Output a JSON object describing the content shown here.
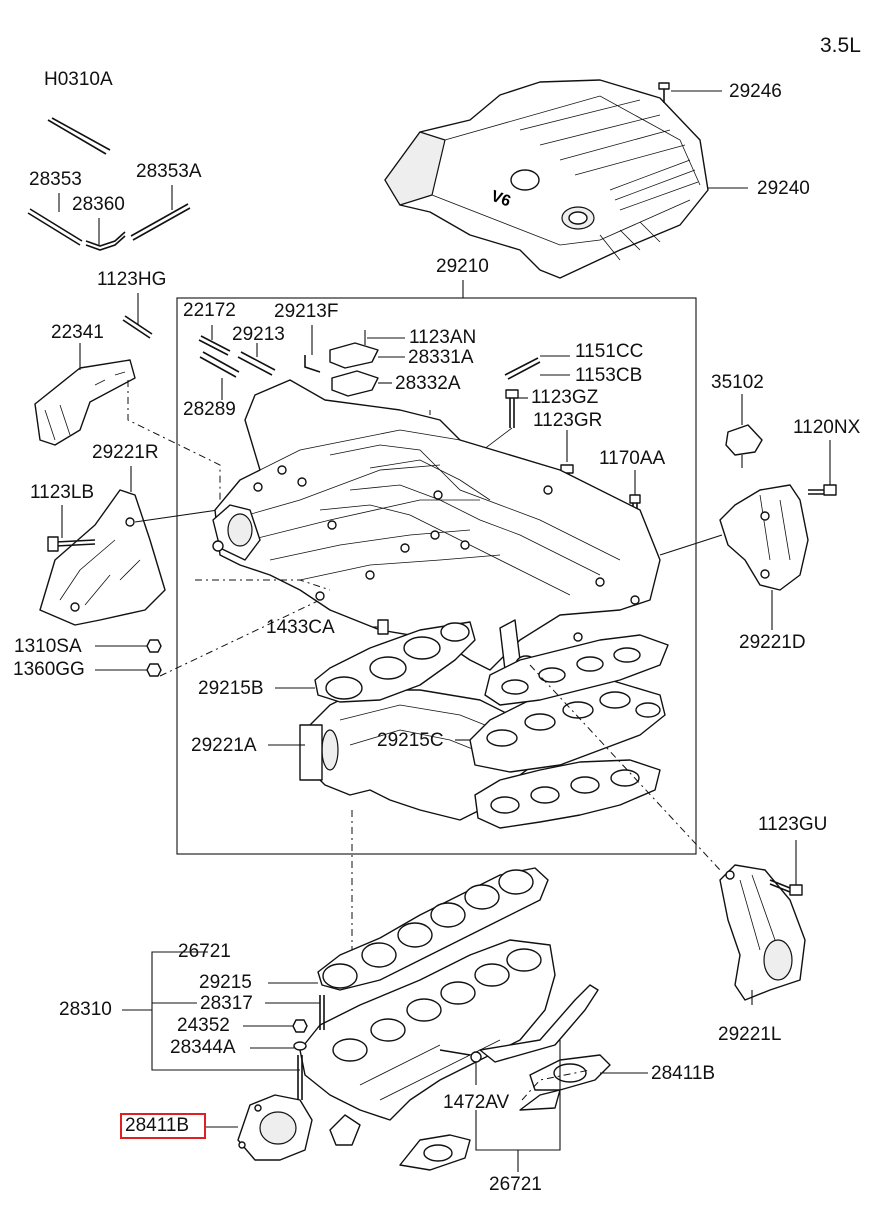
{
  "diagram": {
    "engine_label": "3.5L",
    "highlight_color": "#e02020",
    "labels": {
      "h0310a": "H0310A",
      "p28353": "28353",
      "p28353a": "28353A",
      "p28360": "28360",
      "p1123hg": "1123HG",
      "p22341": "22341",
      "p29221r": "29221R",
      "p1123lb": "1123LB",
      "p1310sa": "1310SA",
      "p1360gg": "1360GG",
      "p29246": "29246",
      "p29240": "29240",
      "p29210": "29210",
      "p22172": "22172",
      "p29213f": "29213F",
      "p29213": "29213",
      "p28289": "28289",
      "p1123an": "1123AN",
      "p28331a": "28331A",
      "p28332a": "28332A",
      "p1151cc": "1151CC",
      "p1153cb": "1153CB",
      "p1123gz": "1123GZ",
      "p1123gr": "1123GR",
      "p35102": "35102",
      "p1120nx": "1120NX",
      "p1170aa": "1170AA",
      "p29221d": "29221D",
      "p1433ca": "1433CA",
      "p29215b": "29215B",
      "p29221a": "29221A",
      "p29215c": "29215C",
      "p1123gu": "1123GU",
      "p29221l": "29221L",
      "p26721_top": "26721",
      "p29215": "29215",
      "p28317": "28317",
      "p28310": "28310",
      "p24352": "24352",
      "p28344a": "28344A",
      "p28411b_right": "28411B",
      "p1472av": "1472AV",
      "p28411b_left": "28411B",
      "p26721_bottom": "26721"
    }
  }
}
